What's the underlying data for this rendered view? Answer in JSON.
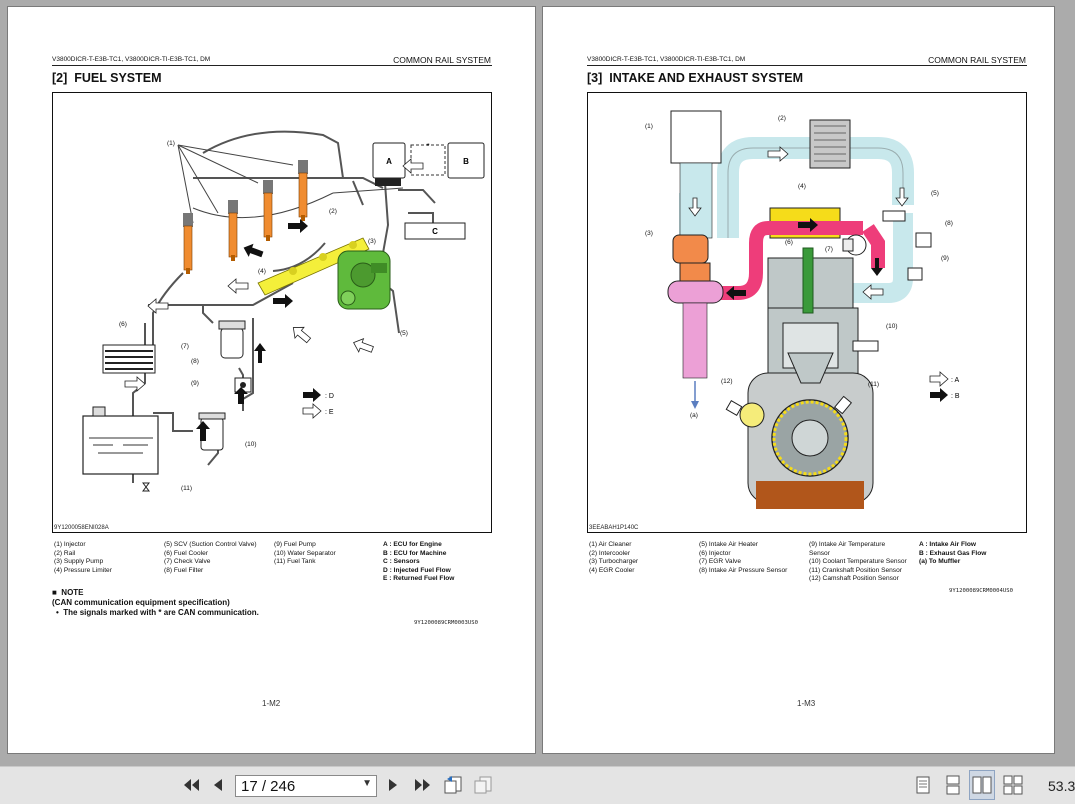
{
  "viewer": {
    "page_field": "17 / 246",
    "zoom": "53.3"
  },
  "left_page": {
    "header_left": "V3800DICR-T-E3B-TC1, V3800DICR-TI-E3B-TC1, DM",
    "header_right": "COMMON RAIL SYSTEM",
    "title_num": "[2]",
    "title": "FUEL SYSTEM",
    "figure_code": "9Y1200058ENI028A",
    "diagram_labels": {
      "a": "A",
      "b": "B",
      "c": "C",
      "star": "*",
      "l1": "(1)",
      "l2": "(2)",
      "l3": "(3)",
      "l4": "(4)",
      "l5": "(5)",
      "l6": "(6)",
      "l7": "(7)",
      "l8": "(8)",
      "l9": "(9)",
      "l10": "(10)",
      "l11": "(11)",
      "d": ": D",
      "e": ": E"
    },
    "legend_col1": [
      "(1)   Injector",
      "(2)   Rail",
      "(3)   Supply Pump",
      "(4)   Pressure Limiter"
    ],
    "legend_col2": [
      "(5)   SCV (Suction Control Valve)",
      "(6)   Fuel Cooler",
      "(7)   Check Valve",
      "(8)   Fuel Filter"
    ],
    "legend_col3": [
      "(9)   Fuel Pump",
      "(10) Water Separator",
      "(11) Fuel Tank"
    ],
    "legend_col4": [
      "A :   ECU for Engine",
      "B :   ECU for Machine",
      "C :   Sensors",
      "D :   Injected Fuel Flow",
      "E :   Returned Fuel Flow"
    ],
    "note_title": "NOTE",
    "note_sub": "(CAN communication equipment specification)",
    "note_bullet": "The signals marked with * are CAN communication.",
    "doc_code": "9Y1200089CRM0003US0",
    "page_number": "1-M2"
  },
  "right_page": {
    "header_left": "V3800DICR-T-E3B-TC1, V3800DICR-TI-E3B-TC1, DM",
    "header_right": "COMMON RAIL SYSTEM",
    "title_num": "[3]",
    "title": "INTAKE AND EXHAUST SYSTEM",
    "figure_code": "3EEABAH1P140C",
    "diagram_labels": {
      "l1": "(1)",
      "l2": "(2)",
      "l3": "(3)",
      "l4": "(4)",
      "l5": "(5)",
      "l6": "(6)",
      "l7": "(7)",
      "l8": "(8)",
      "l9": "(9)",
      "l10": "(10)",
      "l11": "(11)",
      "l12": "(12)",
      "a_out": "(a)",
      "a": ": A",
      "b": ": B"
    },
    "legend_col1": [
      "(1)   Air Cleaner",
      "(2)   Intercooler",
      "(3)   Turbocharger",
      "(4)   EGR Cooler"
    ],
    "legend_col2": [
      "(5)   Intake Air Heater",
      "(6)   Injector",
      "(7)   EGR Valve",
      "(8)   Intake Air Pressure Sensor"
    ],
    "legend_col3": [
      "(9)   Intake Air Temperature",
      "       Sensor",
      "(10) Coolant Temperature Sensor",
      "(11) Crankshaft Position Sensor",
      "(12) Camshaft Position Sensor"
    ],
    "legend_col4": [
      "A :   Intake Air Flow",
      "B :   Exhaust Gas Flow",
      "(a)   To Muffler"
    ],
    "doc_code": "9Y1200089CRM0004US0",
    "page_number": "1-M3"
  },
  "colors": {
    "injector_orange": "#f08c30",
    "rail_yellow": "#f4ef3a",
    "pump_green": "#5fba3c",
    "intake_blue": "#c8e8ec",
    "exhaust_pink": "#ee3d7a",
    "turbo_orange": "#f28a4a",
    "muffler_pink": "#eca0d6",
    "oil_brown": "#b1561b",
    "engine_gray": "#bfc8c8",
    "cooler_yellow": "#f5dc1a"
  }
}
